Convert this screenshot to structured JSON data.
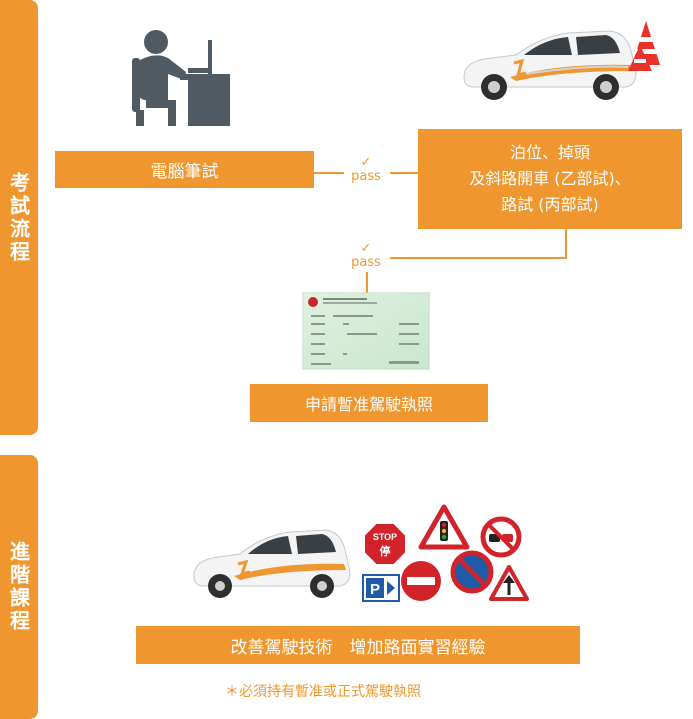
{
  "sections": {
    "exam_process": "考試流程",
    "advanced_course": "進階課程"
  },
  "steps": {
    "computer_test": "電腦筆試",
    "road_tests_line1": "泊位、掉頭",
    "road_tests_line2": "及斜路開車 (乙部試)、",
    "road_tests_line3": "路試 (丙部試)",
    "apply_license": "申請暫准駕駛執照"
  },
  "pass_marks": {
    "check": "✓",
    "label_1": "pass",
    "label_2": "pass"
  },
  "course": {
    "title": "改善駕駛技術　增加路面實習經驗",
    "note": "＊必須持有暫准或正式駕駛執照"
  },
  "signs": {
    "stop_en": "STOP",
    "stop_zh": "停",
    "parking": "P"
  },
  "colors": {
    "accent": "#f0962e",
    "icon_gray": "#505a62",
    "sign_red": "#d2232a",
    "sign_blue": "#1f5ba6"
  }
}
